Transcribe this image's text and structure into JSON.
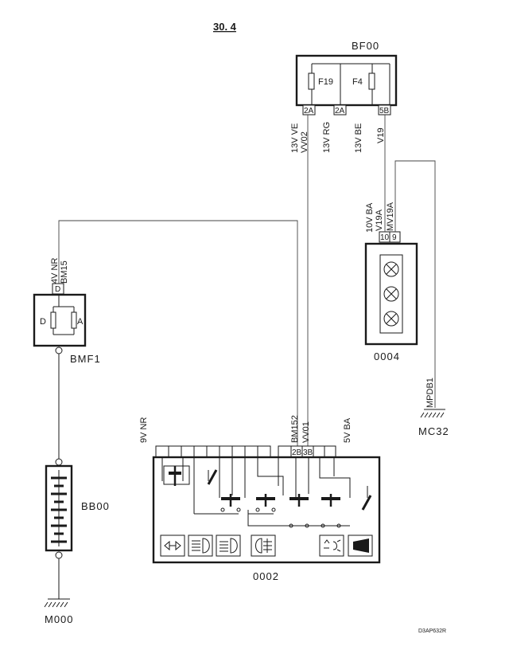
{
  "title": "30. 4",
  "ref_code": "D3AP632R",
  "components": {
    "fusebox": {
      "label": "BF00",
      "fuse1": "F19",
      "fuse2": "F4",
      "pin_2a_left": "2A",
      "pin_2a_right": "2A",
      "pin_5b": "5B"
    },
    "lamp_unit": {
      "label": "0004",
      "pin_10": "10",
      "pin_9": "9"
    },
    "module": {
      "label": "BMF1",
      "pin_d_top": "D",
      "side_d": "D",
      "side_a": "A"
    },
    "battery": {
      "label": "BB00"
    },
    "ground_left": {
      "label": "M000"
    },
    "ground_right": {
      "label": "MC32"
    },
    "switch_panel": {
      "label": "0002",
      "pin_2b": "2B",
      "pin_3b": "3B"
    }
  },
  "wires": {
    "w_13v_ve": "13V VE",
    "w_vv02": "VV02",
    "w_13v_rg": "13V RG",
    "w_13v_be": "13V BE",
    "w_v19": "V19",
    "w_10v_ba": "10V BA",
    "w_v19a": "V19A",
    "w_mv19a": "MV19A",
    "w_4v_nr": "4V NR",
    "w_bm15": "BM15",
    "w_9v_nr": "9V NR",
    "w_bm152": "BM152",
    "w_vv01": "VV01",
    "w_5v_ba": "5V BA",
    "w_mpdb1": "MPDB1"
  },
  "icons": [
    "turn-signal-icon",
    "low-beam-icon",
    "high-beam-icon",
    "rear-fog-icon",
    "hazard-icon",
    "horn-icon"
  ]
}
